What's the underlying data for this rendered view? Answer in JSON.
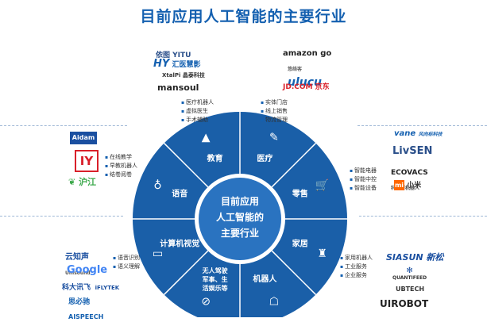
{
  "title": "目前应用人工智能的主要行业",
  "center": {
    "line1": "目前应用",
    "line2": "人工智能的",
    "line3": "主要行业"
  },
  "colors": {
    "primary": "#1460b0",
    "ring": "#1a5fa8",
    "inner": "#2a73c0",
    "background": "#ffffff"
  },
  "sectors": [
    {
      "label": "医疗",
      "icon": "syringe-icon"
    },
    {
      "label": "零售",
      "icon": "cart-icon"
    },
    {
      "label": "家居",
      "icon": "lamp-icon"
    },
    {
      "label": "机器人",
      "icon": "robot-icon"
    },
    {
      "label": "无人驾驶\n军事、生\n活娱乐等",
      "icon": "compass-icon"
    },
    {
      "label": "计算机视觉",
      "icon": "monitor-icon"
    },
    {
      "label": "语音",
      "icon": "microphone-icon"
    },
    {
      "label": "教育",
      "icon": "graduation-cap-icon"
    }
  ],
  "groups": {
    "medical": [
      "医疗机器人",
      "虚拟医生",
      "手术辅助"
    ],
    "retail": [
      "实体门店",
      "线上销售",
      "物流管理"
    ],
    "home": [
      "智能电器",
      "智能中控",
      "智能设备"
    ],
    "robot": [
      "家用机器人",
      "工业服务",
      "企业服务"
    ],
    "voice": [
      "语音识别",
      "语义理解"
    ],
    "education": [
      "在线教学",
      "早教机器人",
      "结卷阅卷"
    ]
  },
  "logos": {
    "yitu": "依图 YITU",
    "huiyi": "汇医慧影",
    "xiaipi": "XtalPi 晶泰科技",
    "mansoul": "mansoul",
    "amazon": "amazon go",
    "ulucu": "ulucu",
    "ulucu_cn": "悠络客",
    "jd": "JD.COM 京东",
    "aidam": "Aidam",
    "iy": "IY",
    "hujiang": "沪江",
    "vane": "vane",
    "vane_cn": "风向标科技",
    "livsen": "LivSEN",
    "ecovacs": "ECOVACS",
    "ecovacs_cn": "科沃斯机器人",
    "mi": "小米",
    "yunzhisheng": "云知声",
    "unisound": "Unisound",
    "google": "Google",
    "iflytek_cn": "科大讯飞",
    "iflytek": "iFLYTEK",
    "aispeech_cn": "思必驰",
    "aispeech": "AISPEECH",
    "siasun": "SIASUN 新松",
    "quantifeed": "QUANTIFEED",
    "ubtech": "UBTECH",
    "uirobot": "UIROBOT"
  }
}
